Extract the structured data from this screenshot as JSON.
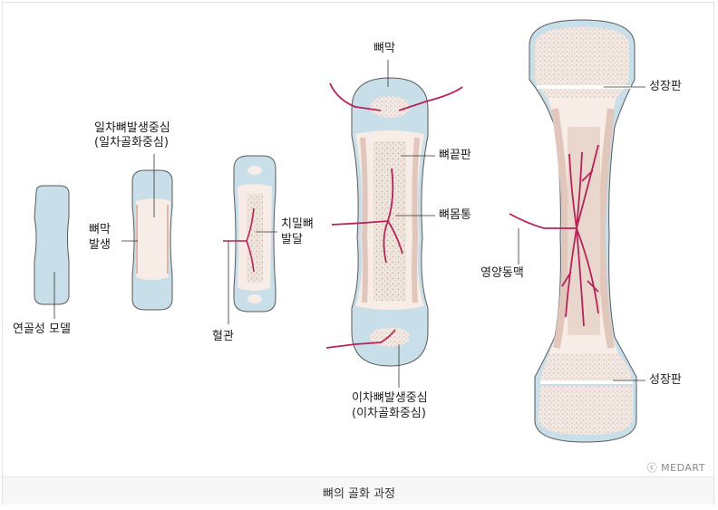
{
  "labels": {
    "cartilage_model": "연골성 모델",
    "primary_center_line1": "일차뼈발생중심",
    "primary_center_line2": "(일차골화중심)",
    "periosteum_formation_line1": "뼈막",
    "periosteum_formation_line2": "발생",
    "compact_bone_line1": "치밀뼈",
    "compact_bone_line2": "발달",
    "blood_vessel": "혈관",
    "periosteum": "뼈막",
    "epiphyseal_plate": "뼈끝판",
    "medullary_cavity": "뼈몸통",
    "secondary_center_line1": "이차뼈발생중심",
    "secondary_center_line2": "(이차골화중심)",
    "growth_plate_top": "성장판",
    "nutrient_artery": "영양동맥",
    "growth_plate_bottom": "성장판"
  },
  "credit": "ⓒ MEDART",
  "caption": "뼈의 골화 과정",
  "colors": {
    "cartilage": "#c8dee8",
    "bone_light": "#f7ece6",
    "bone_shade": "#e6cfc6",
    "spongy": "#efe4dc",
    "vessel": "#b5245a",
    "outline": "#5a5a5a"
  }
}
